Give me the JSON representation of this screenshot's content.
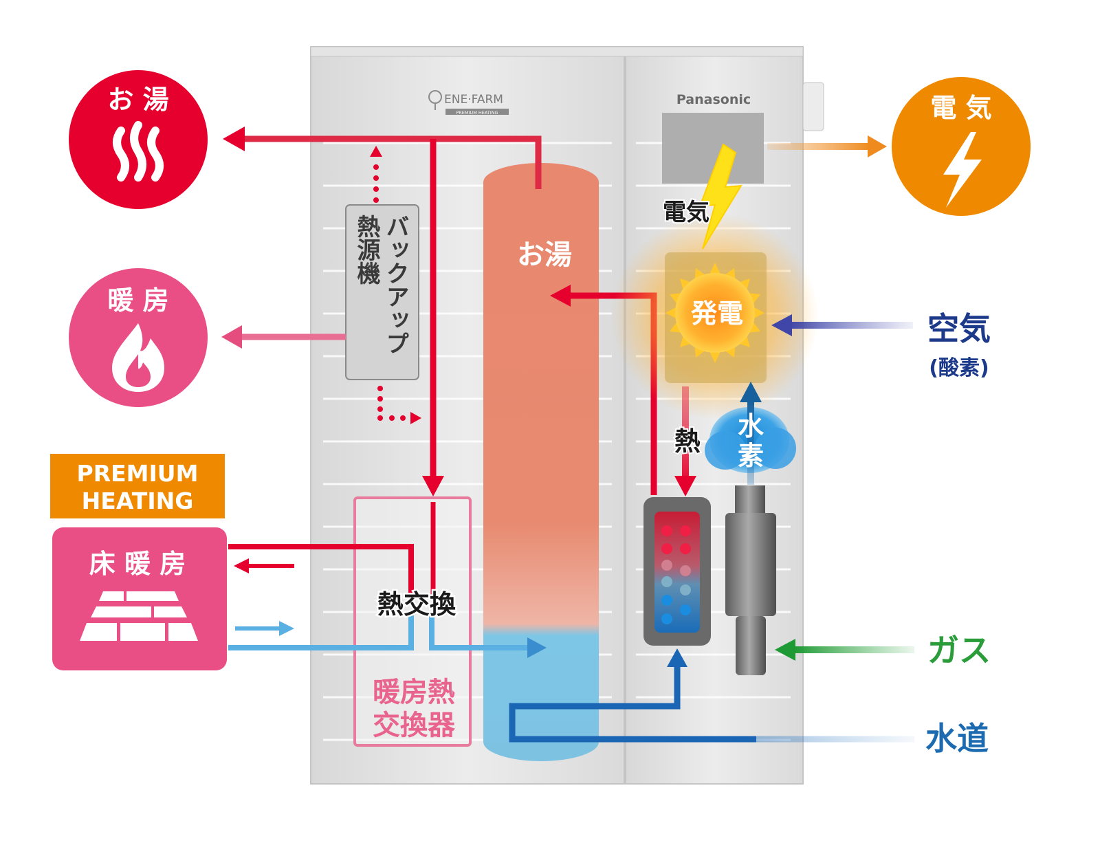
{
  "unit": {
    "logo_text": "ENE·FARM",
    "logo_sub": "PREMIUM HEATING",
    "brand": "Panasonic"
  },
  "left_outputs": {
    "hot_water": {
      "label": "お 湯",
      "color": "#e5002d"
    },
    "heating": {
      "label": "暖 房",
      "color": "#e94e84"
    },
    "premium_badge": {
      "line1": "PREMIUM",
      "line2": "HEATING",
      "color": "#ef8a00"
    },
    "floor_heating": {
      "label": "床 暖 房",
      "color": "#e94e84"
    }
  },
  "inner": {
    "backup_line1": "バックアップ",
    "backup_line2": "熱源機",
    "tank_label": "お湯",
    "heat_exchange": "熱交換",
    "exchanger_line1": "暖房熱",
    "exchanger_line2": "交換器",
    "electricity": "電気",
    "power_generation": "発電",
    "heat": "熱",
    "hydrogen": "水\n素"
  },
  "right_inputs": {
    "electricity_out": {
      "label": "電 気",
      "color": "#ef8a00"
    },
    "air": {
      "label": "空気",
      "sub": "(酸素)",
      "color": "#1d3a8a"
    },
    "gas": {
      "label": "ガス",
      "color": "#2a9d3a"
    },
    "water_supply": {
      "label": "水道",
      "color": "#1c6bb0"
    }
  }
}
